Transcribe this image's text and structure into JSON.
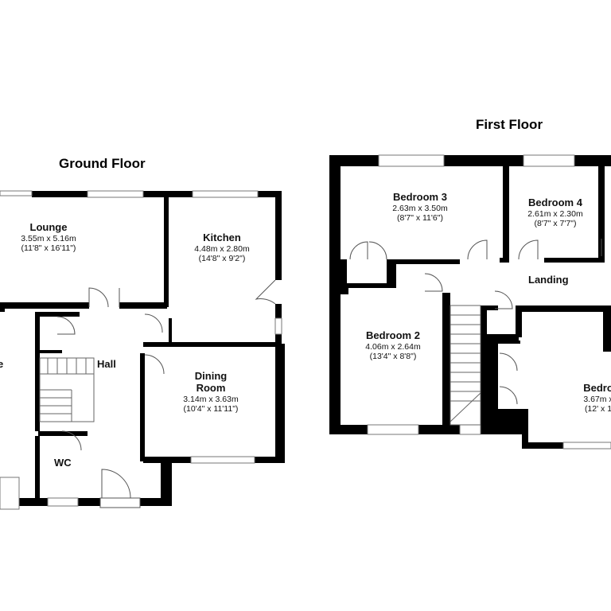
{
  "ground_floor": {
    "title": "Ground Floor",
    "rooms": {
      "lounge": {
        "name": "Lounge",
        "metric": "3.55m x 5.16m",
        "imperial": "(11'8\" x 16'11\")"
      },
      "kitchen": {
        "name": "Kitchen",
        "metric": "4.48m x 2.80m",
        "imperial": "(14'8\" x 9'2\")"
      },
      "dining": {
        "name": "Dining",
        "name2": "Room",
        "metric": "3.14m x 3.63m",
        "imperial": "(10'4\" x 11'11\")"
      },
      "hall": {
        "name": "Hall"
      },
      "wc": {
        "name": "WC"
      },
      "partial": {
        "name": "e"
      }
    }
  },
  "first_floor": {
    "title": "First Floor",
    "rooms": {
      "bedroom3": {
        "name": "Bedroom 3",
        "metric": "2.63m x 3.50m",
        "imperial": "(8'7\" x 11'6\")"
      },
      "bedroom4": {
        "name": "Bedroom 4",
        "metric": "2.61m x 2.30m",
        "imperial": "(8'7\" x 7'7\")"
      },
      "bedroom2": {
        "name": "Bedroom 2",
        "metric": "4.06m x 2.64m",
        "imperial": "(13'4\" x 8'8\")"
      },
      "bedroom1": {
        "name": "Bedro",
        "metric": "3.67m x",
        "imperial": "(12' x 1"
      },
      "landing": {
        "name": "Landing"
      }
    }
  }
}
